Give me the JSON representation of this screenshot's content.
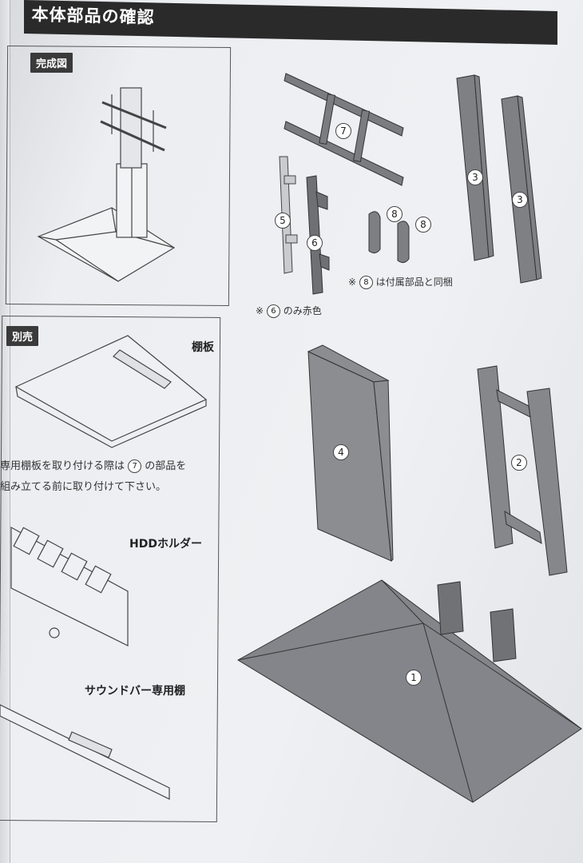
{
  "header": {
    "title": "本体部品の確認"
  },
  "completed_panel": {
    "tag": "完成図"
  },
  "sold_separately_panel": {
    "tag": "別売",
    "shelf_label": "棚板",
    "shelf_note_line1": "専用棚板を取り付ける際は",
    "shelf_note_part": "7",
    "shelf_note_line1_end": "の部品を",
    "shelf_note_line2": "組み立てる前に取り付けて下さい。",
    "hdd_label": "HDDホルダー",
    "soundbar_label": "サウンドバー専用棚"
  },
  "parts": {
    "p1": "1",
    "p2": "2",
    "p3a": "3",
    "p3b": "3",
    "p4": "4",
    "p5": "5",
    "p6": "6",
    "p7": "7",
    "p8a": "8",
    "p8b": "8"
  },
  "notes": {
    "note6_prefix": "※",
    "note6_num": "6",
    "note6_text": "のみ赤色",
    "note8_prefix": "※",
    "note8_num": "8",
    "note8_text": "は付属部品と同梱"
  }
}
